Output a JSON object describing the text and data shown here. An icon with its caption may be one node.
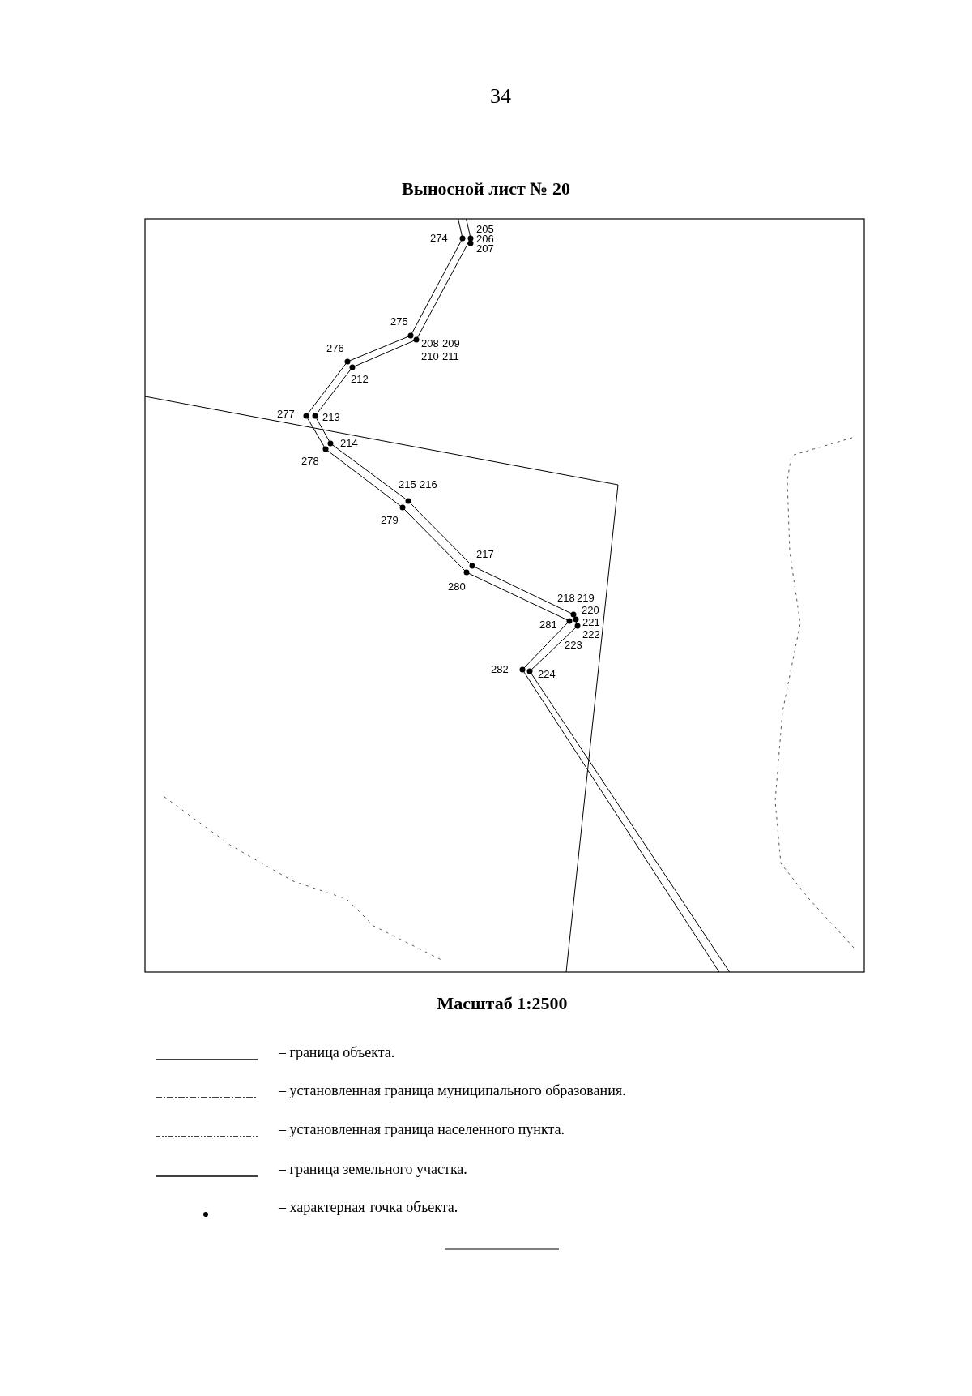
{
  "diagram": {
    "title": "Выносной лист № 20",
    "caption": "Масштаб 1:2500",
    "labels": [
      "34",
      "205",
      "274",
      "206",
      "207",
      "275",
      "208",
      "209",
      "210",
      "211",
      "276",
      "212",
      "277",
      "213",
      "214",
      "278",
      "215",
      "216",
      "279",
      "217",
      "280",
      "218",
      "219",
      "220",
      "281",
      "221",
      "222",
      "223",
      "282",
      "224"
    ],
    "legend": [
      {
        "text": "– граница объекта."
      },
      {
        "text": "– установленная граница муниципального образования."
      },
      {
        "text": "– установленная граница населенного пункта."
      },
      {
        "text": "– граница земельного участка."
      },
      {
        "text": "– характерная точка объекта."
      }
    ]
  }
}
